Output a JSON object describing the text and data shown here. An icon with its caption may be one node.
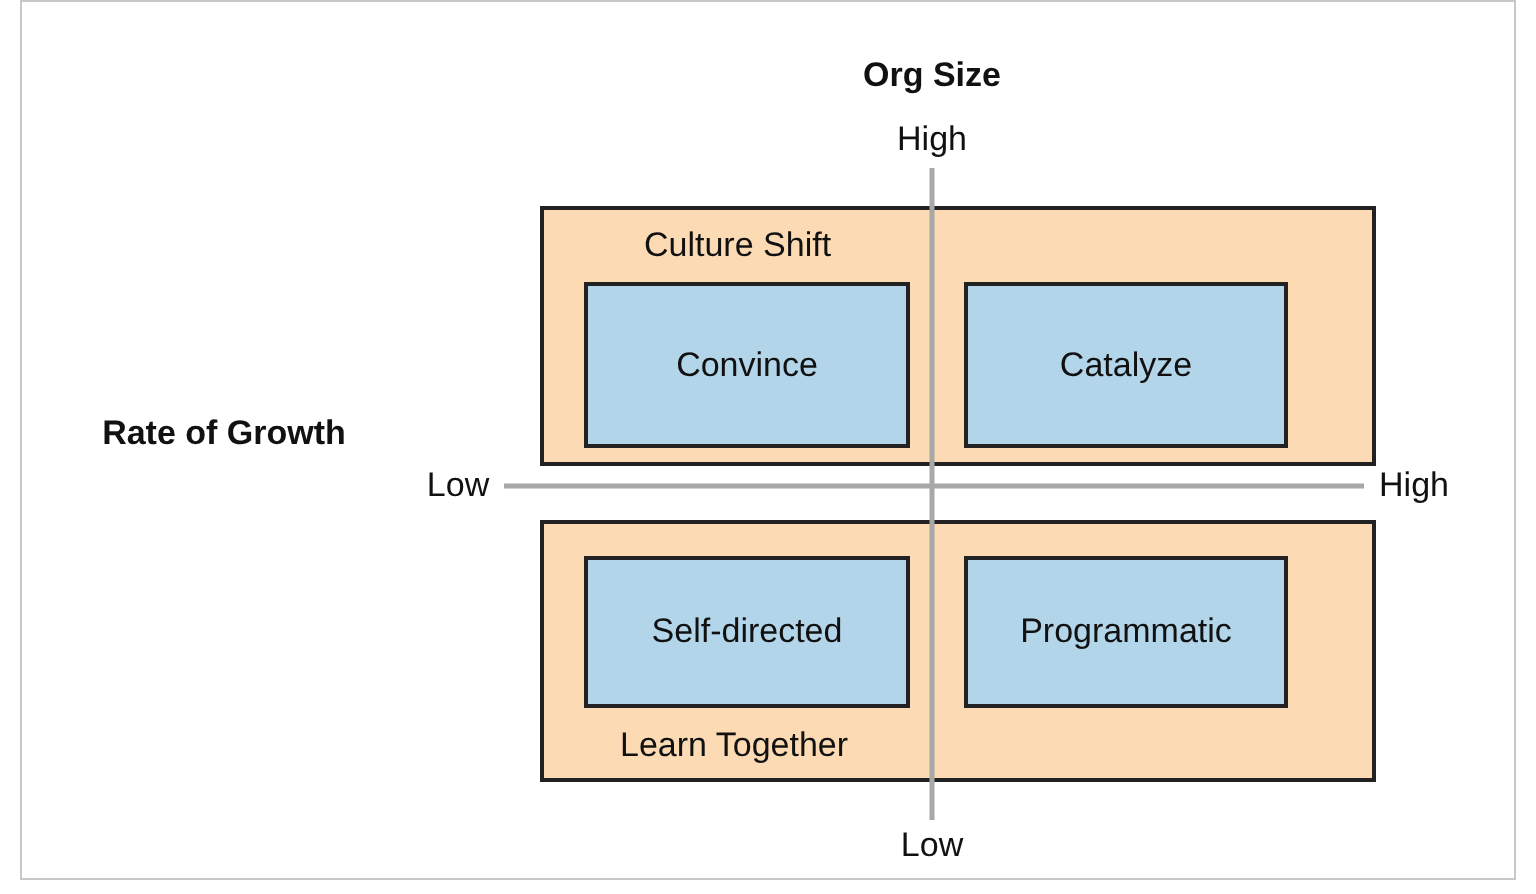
{
  "diagram": {
    "nodes": [
      {
        "text": [
          "Culture Shift"
        ]
      },
      {
        "text": [
          "Convince"
        ],
        "in": 0
      },
      {
        "text": [
          "Catalyze"
        ],
        "in": 0
      },
      {
        "text": [
          "Learn Together"
        ]
      },
      {
        "text": [
          "Self-directed"
        ],
        "in": 3
      },
      {
        "text": [
          "Programmatic"
        ],
        "in": 3
      }
    ],
    "edges": [],
    "labels": [
      "Org Size",
      "High",
      "Rate of Growth",
      "Low",
      "High",
      "Low"
    ]
  }
}
